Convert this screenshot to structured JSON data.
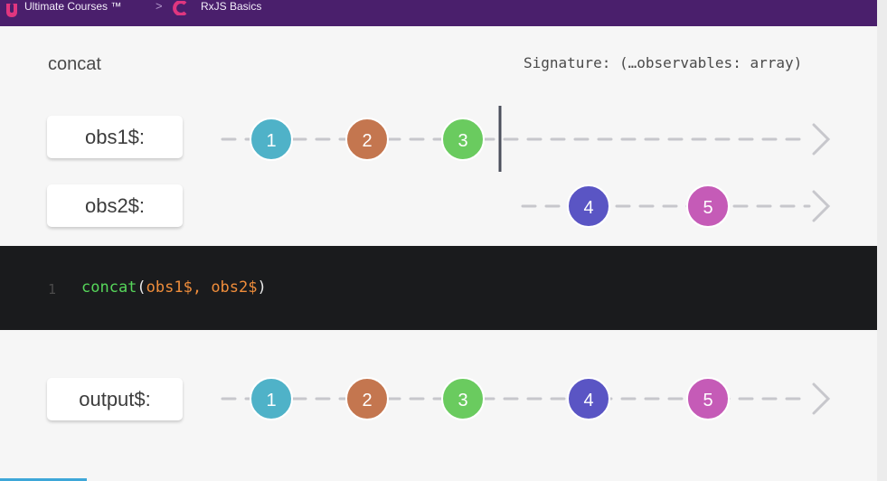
{
  "topbar": {
    "logo_icon": "ultimate-courses-logo",
    "crumb_1": "Ultimate Courses ™",
    "separator": ">",
    "crumb_2": "RxJS Basics",
    "lesson_icon": "rxjs-icon"
  },
  "slide": {
    "title": "concat",
    "signature": "Signature: (…observables: array)"
  },
  "lanes": [
    {
      "label": "obs1$:",
      "marbles": [
        "1",
        "2",
        "3"
      ],
      "completed": true
    },
    {
      "label": "obs2$:",
      "marbles": [
        "4",
        "5"
      ]
    },
    {
      "label": "output$:",
      "marbles": [
        "1",
        "2",
        "3",
        "4",
        "5"
      ]
    }
  ],
  "code": {
    "line_number": "1",
    "fn": "concat",
    "open": "(",
    "args": "obs1$, obs2$",
    "close": ")"
  },
  "colors": {
    "topbar": "#4a1f6c",
    "marble_1": "#4fb2c8",
    "marble_2": "#c4764f",
    "marble_3": "#6acb5f",
    "marble_4": "#5a55c4",
    "marble_5": "#c55bb7",
    "code_fn": "#56d65a",
    "code_args": "#ef8d3b"
  }
}
